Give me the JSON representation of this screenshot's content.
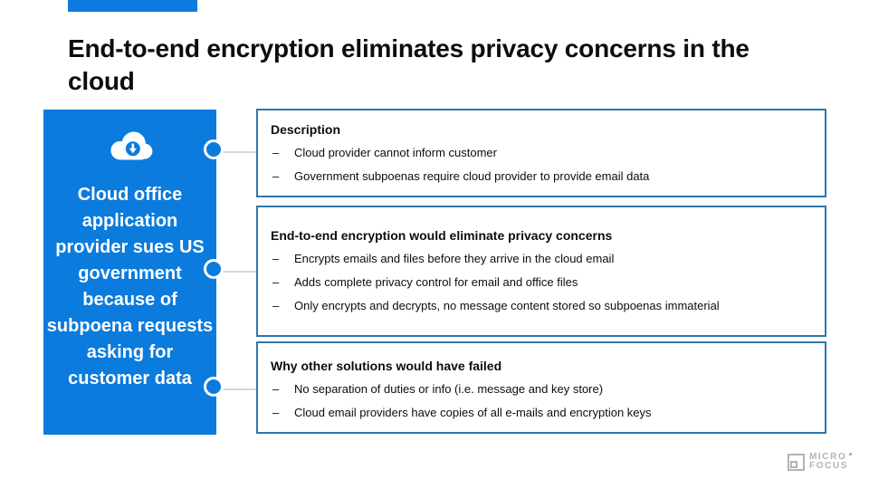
{
  "slide": {
    "title": "End-to-end encryption eliminates privacy concerns in the cloud"
  },
  "left_panel": {
    "icon": "cloud-download-icon",
    "text": "Cloud office application provider sues US government because of subpoena requests asking for customer data"
  },
  "boxes": [
    {
      "heading": "Description",
      "bullets": [
        "Cloud provider cannot inform customer",
        "Government subpoenas require cloud provider to provide email data"
      ]
    },
    {
      "heading": "End-to-end encryption would eliminate privacy concerns",
      "bullets": [
        "Encrypts emails and files before they arrive in the cloud email",
        "Adds complete privacy control for email and office files",
        "Only encrypts and decrypts, no message content stored so subpoenas immaterial"
      ]
    },
    {
      "heading": "Why other solutions would have failed",
      "bullets": [
        "No separation of duties or info (i.e. message and key store)",
        "Cloud email providers have copies of all e-mails and encryption keys"
      ]
    }
  ],
  "bullet_marker": "–",
  "logo": {
    "line1": "MICRO",
    "line2": "FOCUS"
  },
  "colors": {
    "accent_blue": "#0b7bdd",
    "box_border": "#2e77ab",
    "connector_line": "#d9d9d9",
    "logo_gray": "#b3b3b3"
  }
}
